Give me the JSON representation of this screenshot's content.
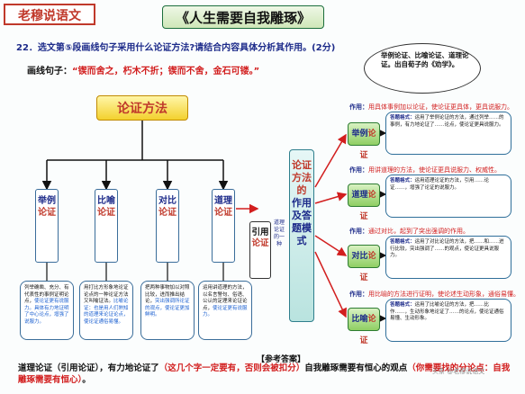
{
  "colors": {
    "accent_red": "#d21e1e",
    "blue_text": "#1d2b8a",
    "green_box": "#8fcf63",
    "yellow_box": "#f3d12e"
  },
  "header": {
    "brand": "老穆说语文",
    "title": "《人生需要自我雕琢》"
  },
  "question": {
    "text": "22．选文第⑤段画线句子采用什么论证方法?请结合内容具体分析其作用。(2分)"
  },
  "sentence": {
    "label": "画线句子：",
    "quote": "“锲而舍之，朽木不折；锲而不舍，金石可镂。”"
  },
  "bubble": {
    "text": "举例论证、比喻论证、道理论证。出自荀子的《劝学》。"
  },
  "logic_box": {
    "label": "论证方法"
  },
  "categories": [
    {
      "title": "举例",
      "name": "论证",
      "desc_lead": "列举确凿、充分、有代表性的事例证明论点，",
      "desc_rest": "使论证更有说服力。具体有力地证明了中心论点，增强了说服力。"
    },
    {
      "title": "比喻",
      "name": "论证",
      "desc_lead": "用打比方形象地论证论点的一种论证方法又叫喻证法。",
      "desc_rest": "比喻论证：也是用人们熟知的道理来论证论点，使论证通俗易懂。"
    },
    {
      "title": "对比",
      "name": "论证",
      "desc_lead": "把两种事物加以对照比较，进而推出结论，",
      "desc_rest": "突出强调所论证的观点，使论证更加鲜明。"
    },
    {
      "title": "道理",
      "name": "论证",
      "desc_lead": "运用讲道理的方法，以名言警句、俗语、公认的定理来论证论点，",
      "desc_rest": "使论证更有说服力。"
    }
  ],
  "quote_box": {
    "title": "引用",
    "name": "论证"
  },
  "side_note": {
    "text": "道理论证的一种"
  },
  "methods_box": {
    "line1": "论证方法的",
    "line2": "作用",
    "line3": "及答题模式"
  },
  "methods": [
    {
      "label": "举例",
      "name": "论证",
      "usage_key": "作用：",
      "usage": "用具体事例加以论证，使论证更具体，更具说服力。",
      "panel_key": "答题格式：",
      "panel": "运用了举例论证的方法，通过列举……的事例，有力地论证了……论点，使论证更具说服力。"
    },
    {
      "label": "道理",
      "name": "论证",
      "usage_key": "作用：",
      "usage": "用讲道理的方法，使论证更具说服力、权威性。",
      "panel_key": "答题格式：",
      "panel": "运用道理论证的方法，引用……论证……，增强了论证的说服力。"
    },
    {
      "label": "对比",
      "name": "论证",
      "usage_key": "作用：",
      "usage": "通过对比，起到了突出强调的作用。",
      "panel_key": "答题格式：",
      "panel": "运用了对比论证的方法，把……和……进行比较，突出强调了……的观点，使论证更具说服力。"
    },
    {
      "label": "比喻",
      "name": "论证",
      "usage_key": "作用：",
      "usage": "用比喻的方法进行证明，使论述生动形象，通俗易懂。",
      "panel_key": "答题格式：",
      "panel": "运用了比喻论证的方法，把……比作……，生动形象地论证了……的论点，使论证通俗易懂、生动形象。"
    }
  ],
  "answer": {
    "heading": "【参考答案】",
    "part1": "道理论证（引用论证），有力地论证了",
    "hint1": "（这几个字一定要有，否则会被扣分）",
    "part2": "自我雕琢需要有恒心的观点",
    "hint2": "（你需要找的分论点：自我雕琢需要有恒心）",
    "end": "。"
  },
  "watermark": {
    "text": "头条 @老穆说语文"
  }
}
